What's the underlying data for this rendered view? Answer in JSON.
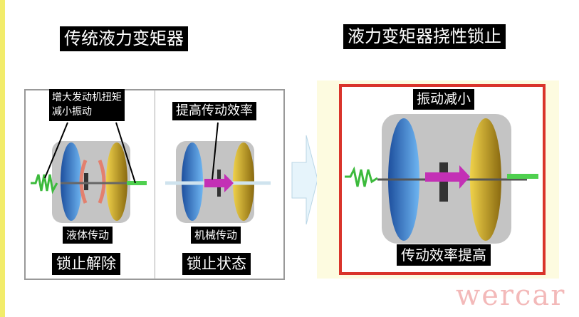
{
  "left_title": "传统液力变矩器",
  "right_title": "液力变矩器挠性锁止",
  "panel_unlocked": {
    "callout_line1": "增大发动机扭矩",
    "callout_line2": "减小振动",
    "mode": "液体传动",
    "state": "锁止解除"
  },
  "panel_locked": {
    "callout": "提高传动效率",
    "mode": "机械传动",
    "state": "锁止状态"
  },
  "panel_flex": {
    "top_label": "振动减小",
    "bottom_label": "传动效率提高"
  },
  "watermark": "wercar",
  "colors": {
    "accent_red": "#d9342b",
    "cream": "#fdfbe0",
    "side_strip": "#f2ec6a"
  }
}
